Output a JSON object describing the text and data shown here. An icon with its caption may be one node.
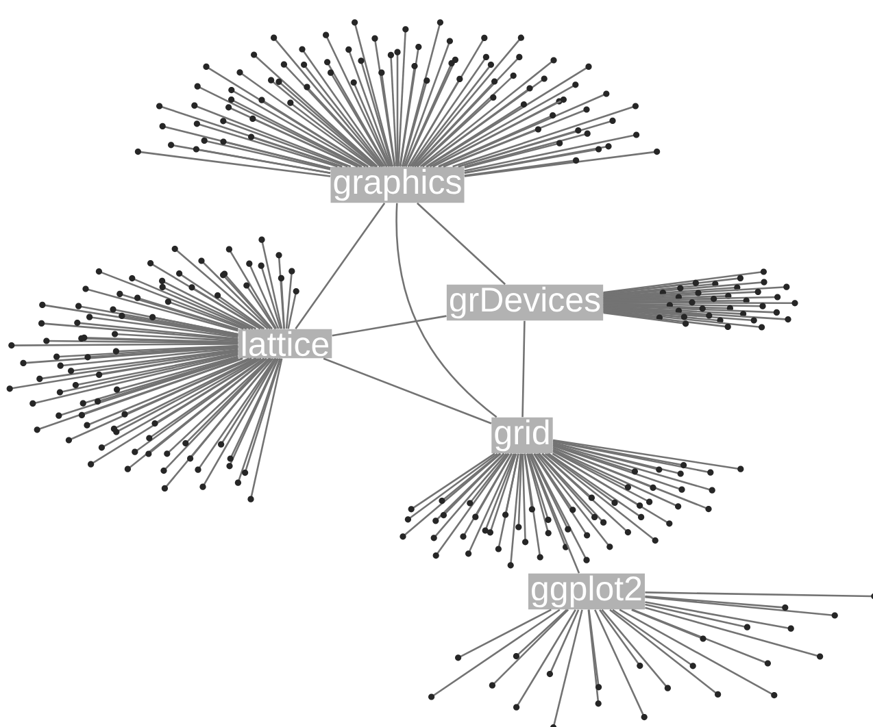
{
  "diagram": {
    "nodes": [
      {
        "text": [
          "graphics"
        ]
      },
      {
        "text": [
          "grDevices"
        ]
      },
      {
        "text": [
          "lattice"
        ]
      },
      {
        "text": [
          "grid"
        ]
      },
      {
        "text": [
          "ggplot2"
        ]
      }
    ],
    "edges": [
      {
        "from": 0,
        "to": 1,
        "arrow": "none"
      },
      {
        "from": 0,
        "to": 2,
        "arrow": "none"
      },
      {
        "from": 2,
        "to": 1,
        "arrow": "none"
      },
      {
        "from": 2,
        "to": 3,
        "arrow": "none"
      },
      {
        "from": 1,
        "to": 3,
        "arrow": "none"
      },
      {
        "from": 0,
        "to": 3,
        "arrow": "none"
      },
      {
        "from": 3,
        "to": 4,
        "arrow": "none"
      }
    ]
  }
}
